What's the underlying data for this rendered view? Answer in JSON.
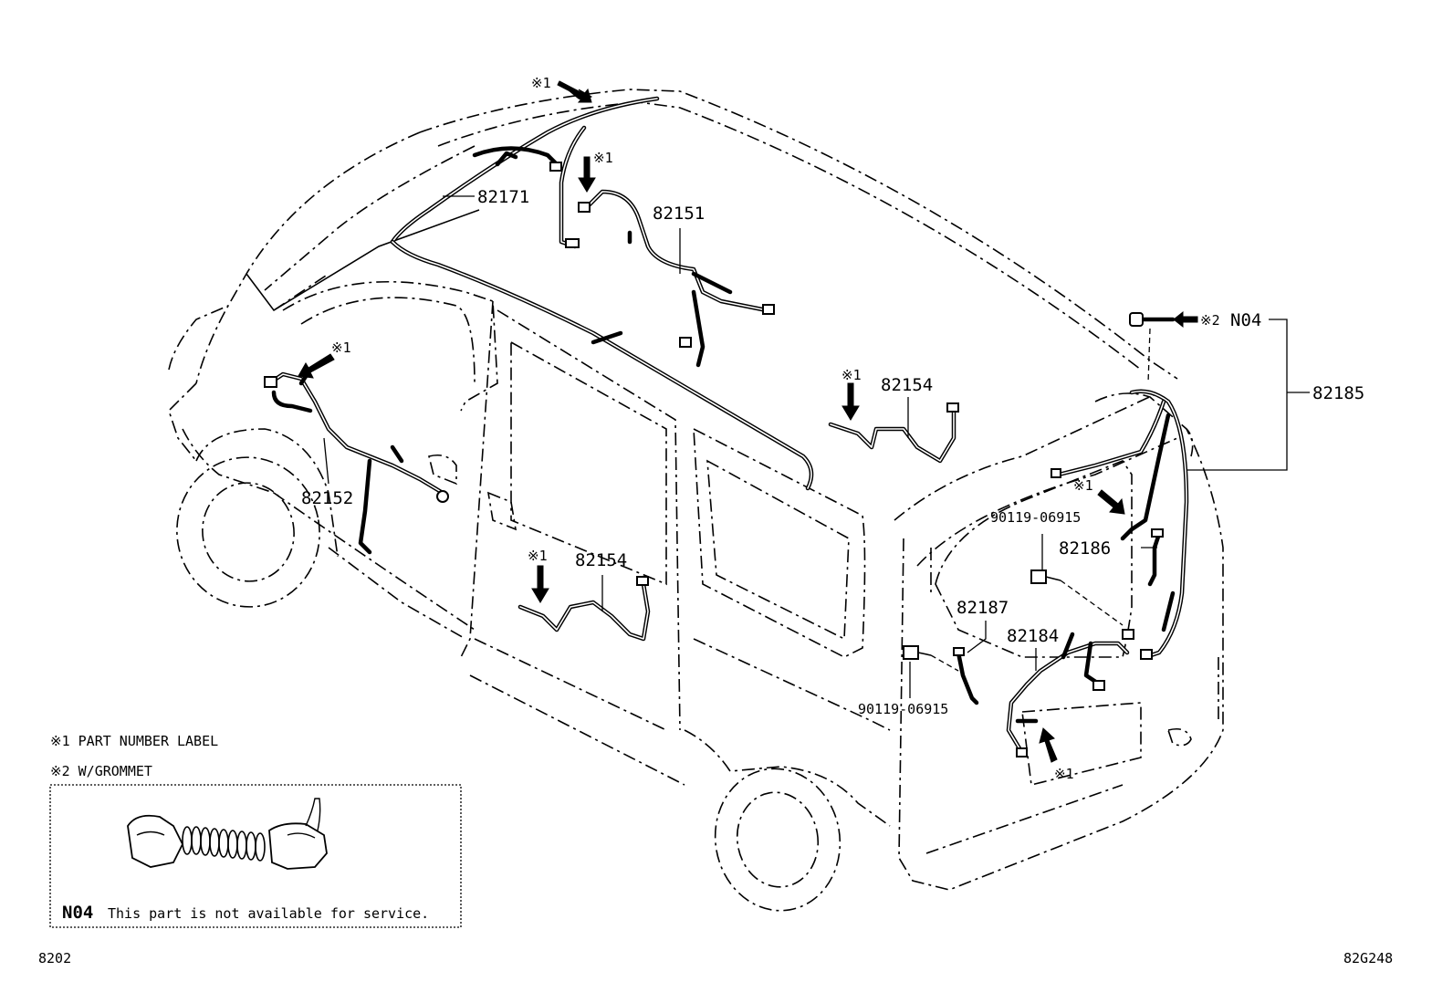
{
  "part_labels": {
    "p82171": "82171",
    "p82151": "82151",
    "p82152": "82152",
    "p82154_roof": "82154",
    "p82154_side": "82154",
    "p82185": "82185",
    "n04_top": "N04",
    "p90119_a": "90119-06915",
    "p90119_b": "90119-06915",
    "p82186": "82186",
    "p82187": "82187",
    "p82184": "82184"
  },
  "mark_1": "※1",
  "mark_2": "※2",
  "legend": {
    "note1": "※1 PART NUMBER LABEL",
    "note2": "※2 W/GROMMET",
    "box_code": "N04",
    "box_text": "This part is not available for service."
  },
  "footer": {
    "left": "8202",
    "right": "82G248"
  }
}
